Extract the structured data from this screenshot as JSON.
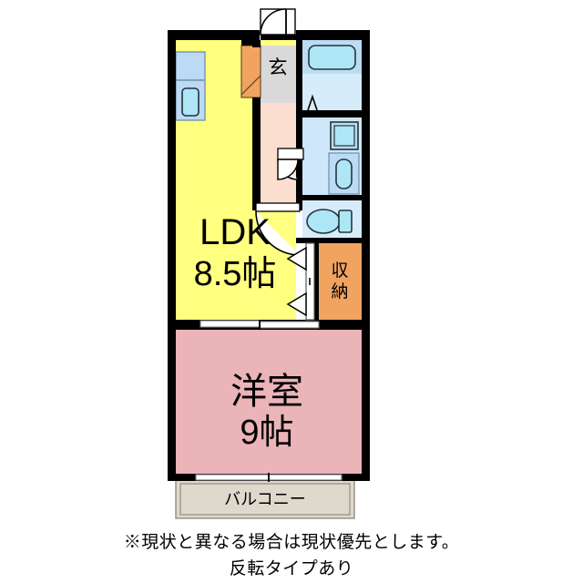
{
  "document": {
    "type": "floor-plan",
    "title": "1LDK apartment floor plan"
  },
  "rooms": [
    {
      "key": "ldk",
      "name_label": "LDK",
      "size_label": "8.5帖",
      "color": "#ffff80",
      "name_en": "living-dining-kitchen"
    },
    {
      "key": "bedroom",
      "name_label": "洋室",
      "size_label": "9帖",
      "color": "#eab4b8",
      "name_en": "western-room"
    },
    {
      "key": "entrance",
      "name_label": "玄",
      "size_label": "",
      "color": "#d9d9d9",
      "name_en": "entrance"
    },
    {
      "key": "closet",
      "name_label": "収納",
      "size_label": "",
      "color": "#f0a460",
      "name_en": "storage-closet"
    },
    {
      "key": "balcony",
      "name_label": "バルコニー",
      "size_label": "",
      "color": "#ded8cd",
      "name_en": "balcony"
    },
    {
      "key": "hallway",
      "name_label": "",
      "size_label": "",
      "color": "#fbded0",
      "name_en": "hallway"
    },
    {
      "key": "bath",
      "name_label": "",
      "size_label": "",
      "color": "#d7ecfa",
      "name_en": "unit-bath"
    },
    {
      "key": "washroom",
      "name_label": "",
      "size_label": "",
      "color": "#cfe7fa",
      "name_en": "washroom"
    },
    {
      "key": "toilet",
      "name_label": "",
      "size_label": "",
      "color": "#d7ecfa",
      "name_en": "toilet"
    }
  ],
  "labels": {
    "ldk_name": "LDK",
    "ldk_size": "8.5帖",
    "bedroom_name": "洋室",
    "bedroom_size": "9帖",
    "entrance": "玄",
    "closet_char1": "収",
    "closet_char2": "納",
    "balcony": "バルコニー"
  },
  "notes": {
    "line1": "※現状と異なる場合は現状優先とします。",
    "line2": "反転タイプあり"
  },
  "fixtures": [
    {
      "name": "kitchen-counter",
      "room": "ldk"
    },
    {
      "name": "kitchen-sink",
      "room": "ldk"
    },
    {
      "name": "stove-top",
      "room": "ldk"
    },
    {
      "name": "bathtub",
      "room": "bath"
    },
    {
      "name": "washing-machine-pan",
      "room": "washroom"
    },
    {
      "name": "vanity-sink",
      "room": "washroom"
    },
    {
      "name": "toilet-bowl",
      "room": "toilet"
    },
    {
      "name": "toilet-tank",
      "room": "toilet"
    },
    {
      "name": "entrance-door",
      "room": "entrance"
    },
    {
      "name": "hallway-door",
      "room": "hallway"
    },
    {
      "name": "ldk-door",
      "room": "ldk"
    },
    {
      "name": "closet-doors",
      "room": "closet"
    },
    {
      "name": "bedroom-sliding-door",
      "room": "bedroom"
    },
    {
      "name": "balcony-window",
      "room": "bedroom"
    },
    {
      "name": "ldk-window",
      "room": "ldk"
    }
  ],
  "colors": {
    "wall": "#000000",
    "ldk_fill": "#ffff80",
    "bedroom_fill": "#eab4b8",
    "entrance_fill": "#d9d9d9",
    "hallway_fill": "#fbded0",
    "closet_fill": "#f0a460",
    "water_fill": "#d7ecfa",
    "water_fill_dark": "#bcdcf5",
    "fixture_fill": "#aee6f5",
    "balcony_fill": "#ded8cd",
    "text": "#000000"
  }
}
